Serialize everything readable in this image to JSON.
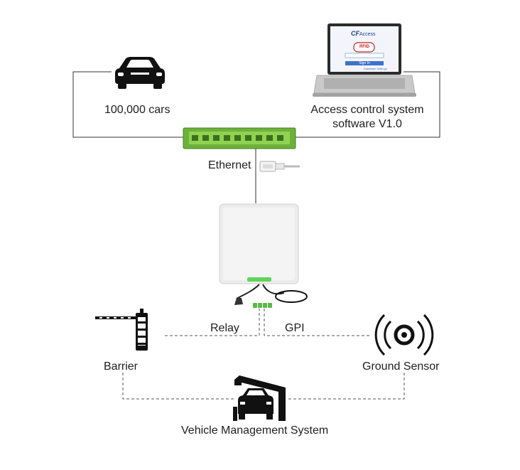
{
  "labels": {
    "cars": "100,000 cars",
    "software_line1": "Access control system",
    "software_line2": "software V1.0",
    "ethernet": "Ethernet",
    "relay": "Relay",
    "gpi": "GPI",
    "barrier": "Barrier",
    "ground_sensor": "Ground Sensor",
    "vms": "Vehicle Management System"
  },
  "laptop_screen": {
    "logo_mark": "CF",
    "logo_text": "Access",
    "badge": "RFID",
    "button": "Sign In",
    "link": "Database Settings"
  },
  "colors": {
    "switch_green": "#7fc242",
    "reader_led": "#5fd45a",
    "line": "#333333",
    "dash": "#555555"
  }
}
